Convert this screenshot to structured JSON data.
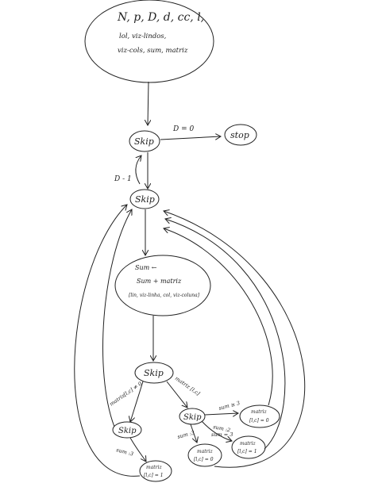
{
  "diagram": {
    "start_lines": [
      "N, p, D, d, cc, l,",
      "lol, viz-lindos,",
      "viz-cols, sum, matriz"
    ],
    "skip1": "Skip",
    "stop": "stop",
    "edge_d0": "D = 0",
    "edge_d1": "D - 1",
    "skip2": "Skip",
    "sum_lines": [
      "Sum ←",
      "Sum + matriz",
      "[lin, viz-linha, col, viz-coluna]"
    ],
    "skip3": "Skip",
    "edge_left_cond": "matriz[l,c] ≠ 0",
    "edge_right_cond": "matriz [l,c]",
    "skip_left": "Skip",
    "edge_sum3_left": "sum :3",
    "node_left_bottom": [
      "matriz",
      "[l,c] = 1"
    ],
    "skip_right": "Skip",
    "edge_sum3_right": "sum ≥ 3",
    "node_right_top": [
      "matriz",
      "[l,c] = 0"
    ],
    "edge_sum3_mid": "sum :3",
    "edge_sum2_mid": "sum :2",
    "node_mid_bottom": [
      "matriz",
      "[l,c] = 0"
    ],
    "edge_sum3_lower": "sum = 3",
    "node_right_bottom": [
      "matriz",
      "[l,c] = 1"
    ]
  },
  "colors": {
    "ink": "#222222",
    "background": "#ffffff"
  }
}
